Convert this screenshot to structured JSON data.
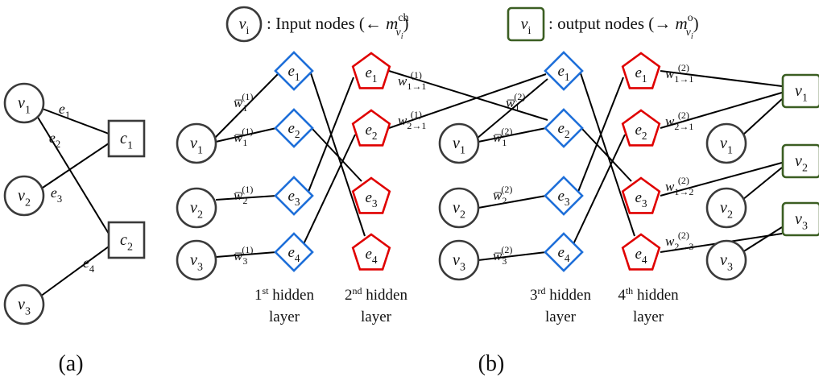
{
  "legend": {
    "input": {
      "node": "v",
      "node_sub": "i",
      "text": ": Input nodes (← ",
      "m": "m",
      "sup": "ch",
      "sub": "v",
      "subsub": "i",
      "close": ")"
    },
    "output": {
      "node": "v",
      "node_sub": "i",
      "text": ": output nodes (→ ",
      "m": "m",
      "sup": "o",
      "sub": "v",
      "subsub": "i",
      "close": ")"
    }
  },
  "colors": {
    "variable": "#3a3a3a",
    "hidden_odd": "#1e6fd9",
    "hidden_even": "#e00000",
    "output": "#3b5e22",
    "line": "#000000"
  },
  "panel_a": {
    "label": "(a)",
    "variables": [
      {
        "n": "v",
        "s": "1"
      },
      {
        "n": "v",
        "s": "2"
      },
      {
        "n": "v",
        "s": "3"
      }
    ],
    "checks": [
      {
        "n": "c",
        "s": "1"
      },
      {
        "n": "c",
        "s": "2"
      }
    ],
    "edges": [
      {
        "n": "e",
        "s": "1"
      },
      {
        "n": "e",
        "s": "2"
      },
      {
        "n": "e",
        "s": "3"
      },
      {
        "n": "e",
        "s": "4"
      }
    ]
  },
  "panel_b": {
    "label": "(b)",
    "left_inputs": [
      {
        "n": "v",
        "s": "1"
      },
      {
        "n": "v",
        "s": "2"
      },
      {
        "n": "v",
        "s": "3"
      }
    ],
    "right_inputs": [
      {
        "n": "v",
        "s": "1"
      },
      {
        "n": "v",
        "s": "2"
      },
      {
        "n": "v",
        "s": "3"
      }
    ],
    "hidden1": [
      {
        "n": "e",
        "s": "1"
      },
      {
        "n": "e",
        "s": "2"
      },
      {
        "n": "e",
        "s": "3"
      },
      {
        "n": "e",
        "s": "4"
      }
    ],
    "hidden2": [
      {
        "n": "e",
        "s": "1"
      },
      {
        "n": "e",
        "s": "2"
      },
      {
        "n": "e",
        "s": "3"
      },
      {
        "n": "e",
        "s": "4"
      }
    ],
    "hidden3": [
      {
        "n": "e",
        "s": "1"
      },
      {
        "n": "e",
        "s": "2"
      },
      {
        "n": "e",
        "s": "3"
      },
      {
        "n": "e",
        "s": "4"
      }
    ],
    "hidden4": [
      {
        "n": "e",
        "s": "1"
      },
      {
        "n": "e",
        "s": "2"
      },
      {
        "n": "e",
        "s": "3"
      },
      {
        "n": "e",
        "s": "4"
      }
    ],
    "outputs": [
      {
        "n": "v",
        "s": "1"
      },
      {
        "n": "v",
        "s": "2"
      },
      {
        "n": "v",
        "s": "3"
      }
    ],
    "input_var_nodes": [
      {
        "n": "v",
        "s": "1"
      },
      {
        "n": "v",
        "s": "2"
      },
      {
        "n": "v",
        "s": "3"
      }
    ],
    "weights_layer1": [
      {
        "n": "w̅",
        "s": "1",
        "p": "(1)"
      },
      {
        "n": "w̅",
        "s": "1",
        "p": "(1)"
      },
      {
        "n": "w̅",
        "s": "2",
        "p": "(1)"
      },
      {
        "n": "w̅",
        "s": "3",
        "p": "(1)"
      }
    ],
    "weights_layer2": [
      {
        "n": "w",
        "s": "1→1",
        "p": "(1)"
      },
      {
        "n": "w",
        "s": "2→1",
        "p": "(1)"
      }
    ],
    "weights_layer3": [
      {
        "n": "w̅",
        "s": "1",
        "p": "(2)"
      },
      {
        "n": "w̅",
        "s": "1",
        "p": "(2)"
      },
      {
        "n": "w̅",
        "s": "2",
        "p": "(2)"
      },
      {
        "n": "w̅",
        "s": "3",
        "p": "(2)"
      }
    ],
    "weights_layer4": [
      {
        "n": "w",
        "s": "1→1",
        "p": "(2)"
      },
      {
        "n": "w",
        "s": "2→1",
        "p": "(2)"
      },
      {
        "n": "w",
        "s": "1→2",
        "p": "(2)"
      },
      {
        "n": "w",
        "s": "2→3",
        "p": "(2)"
      }
    ],
    "layer_labels": [
      {
        "num": "1",
        "sup": "st",
        "line1": " hidden",
        "line2": "layer"
      },
      {
        "num": "2",
        "sup": "nd",
        "line1": " hidden",
        "line2": "layer"
      },
      {
        "num": "3",
        "sup": "rd",
        "line1": " hidden",
        "line2": "layer"
      },
      {
        "num": "4",
        "sup": "th",
        "line1": "  hidden",
        "line2": "layer"
      }
    ]
  }
}
